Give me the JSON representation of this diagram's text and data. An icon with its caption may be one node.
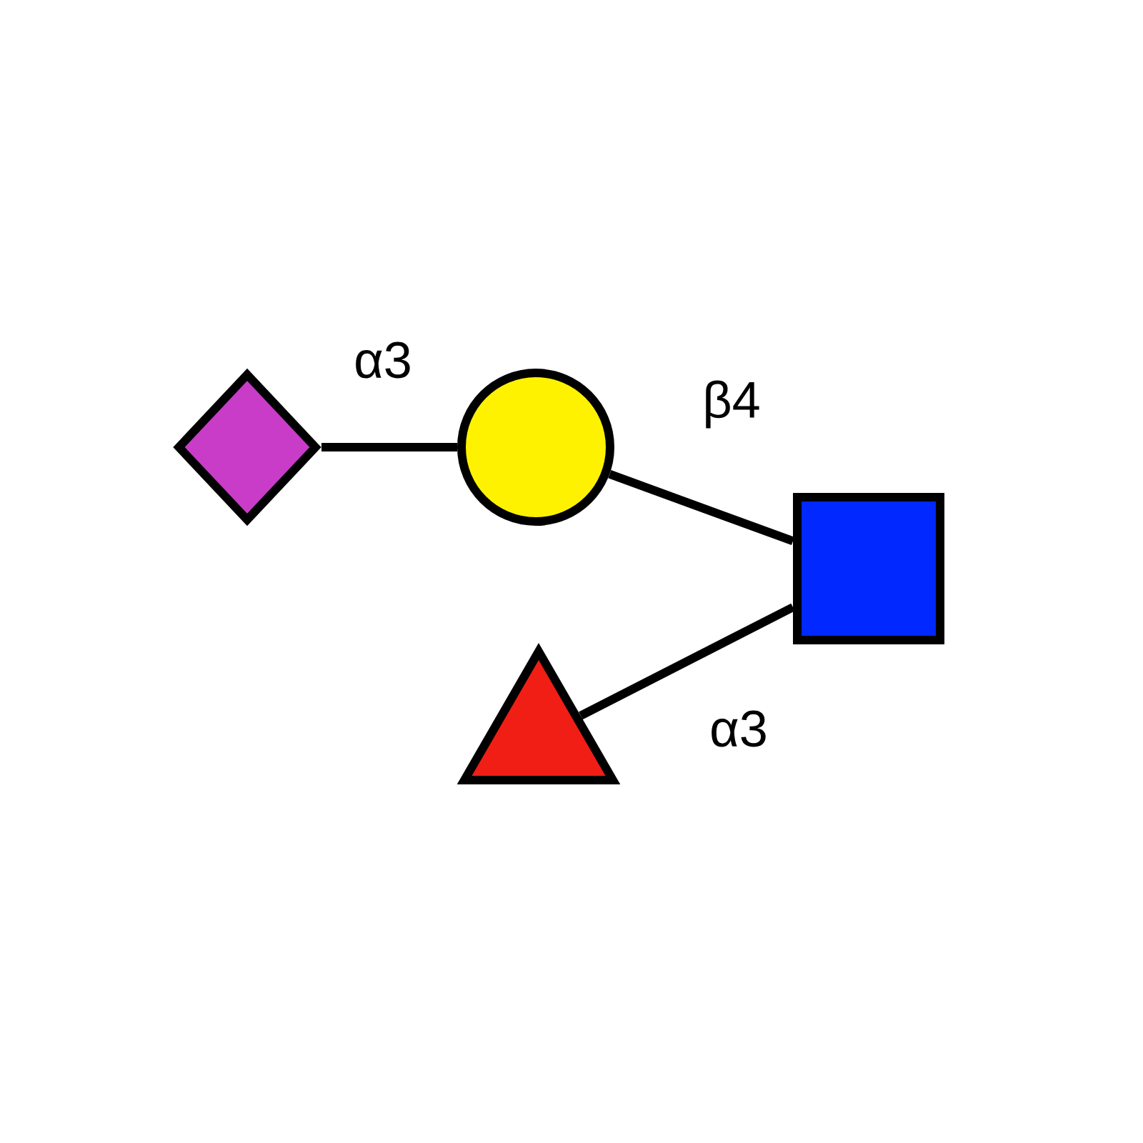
{
  "diagram": {
    "nodes": [
      {
        "text": [],
        "shape": "diamond"
      },
      {
        "text": [],
        "shape": "circle"
      },
      {
        "text": [],
        "shape": "box"
      },
      {
        "text": [],
        "shape": "triangle"
      }
    ],
    "edges": [
      {
        "from": 0,
        "to": 1,
        "arrow": "none",
        "label": "α3"
      },
      {
        "from": 1,
        "to": 2,
        "arrow": "none",
        "label": "β4"
      },
      {
        "from": 3,
        "to": 2,
        "arrow": "none",
        "label": "α3"
      }
    ]
  }
}
